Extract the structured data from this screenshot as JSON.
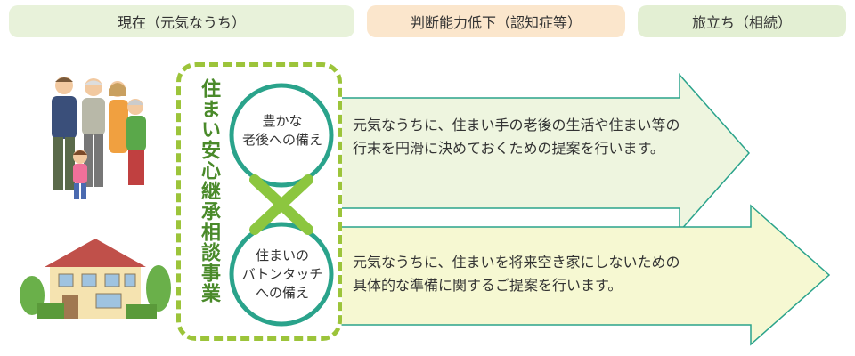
{
  "stages": {
    "now": "現在（元気なうち）",
    "dementia": "判断能力低下（認知症等）",
    "inheritance": "旅立ち（相続）"
  },
  "program": {
    "title": "住まい安心継承相談事業",
    "accent_color": "#9cc43a",
    "circle_color": "#2aa38b"
  },
  "circles": [
    {
      "label": "豊かな\n老後への備え"
    },
    {
      "label": "住まいの\nバトンタッチ\nへの備え"
    }
  ],
  "arrows": [
    {
      "text": "元気なうちに、住まい手の老後の生活や住まい等の\n行末を円滑に決めておくための提案を行います。",
      "color": "#eef5df"
    },
    {
      "text": "元気なうちに、住まいを将来空き家にしないための\n具体的な準備に関するご提案を行います。",
      "color": "#f6f8d2"
    }
  ]
}
